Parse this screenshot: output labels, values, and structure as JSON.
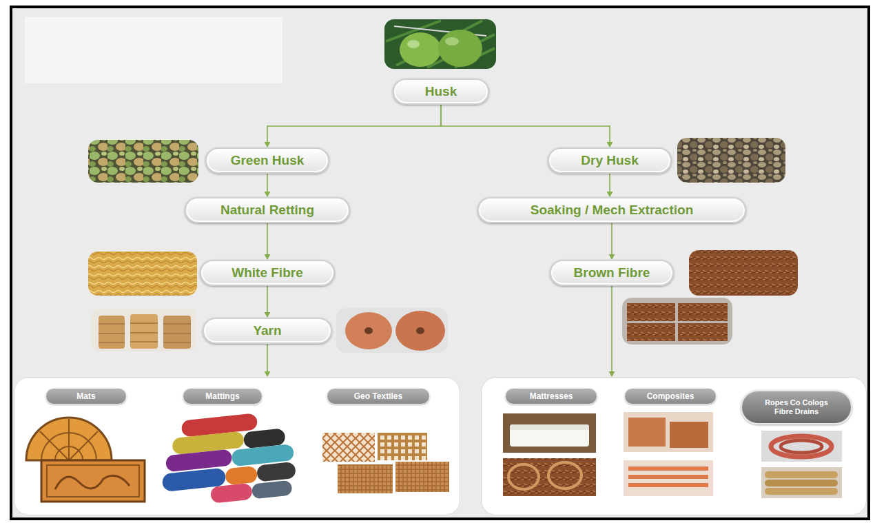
{
  "diagram": {
    "nodes": [
      {
        "text": [
          "Husk"
        ]
      },
      {
        "text": [
          "Green Husk"
        ]
      },
      {
        "text": [
          "Dry Husk"
        ]
      },
      {
        "text": [
          "Natural Retting"
        ]
      },
      {
        "text": [
          "Soaking / Mech Extraction"
        ]
      },
      {
        "text": [
          "White Fibre"
        ]
      },
      {
        "text": [
          "Brown Fibre"
        ]
      },
      {
        "text": [
          "Yarn"
        ]
      },
      {
        "text": []
      },
      {
        "text": [
          "Mats"
        ],
        "in": 8
      },
      {
        "text": [
          "Mattings"
        ],
        "in": 8
      },
      {
        "text": [
          "Geo Textiles"
        ],
        "in": 8
      },
      {
        "text": []
      },
      {
        "text": [
          "Mattresses"
        ],
        "in": 12
      },
      {
        "text": [
          "Composites"
        ],
        "in": 12
      },
      {
        "text": [
          "Ropes Co Cologs Fibre Drains"
        ],
        "in": 12
      }
    ],
    "edges": [
      {
        "from": 0,
        "to": 1,
        "arrow": "to"
      },
      {
        "from": 0,
        "to": 2,
        "arrow": "to"
      },
      {
        "from": 1,
        "to": 3,
        "arrow": "to"
      },
      {
        "from": 3,
        "to": 5,
        "arrow": "to"
      },
      {
        "from": 5,
        "to": 7,
        "arrow": "to"
      },
      {
        "from": 7,
        "to": 8,
        "arrow": "to"
      },
      {
        "from": 2,
        "to": 4,
        "arrow": "to"
      },
      {
        "from": 4,
        "to": 6,
        "arrow": "to"
      },
      {
        "from": 6,
        "to": 12,
        "arrow": "to"
      }
    ]
  }
}
